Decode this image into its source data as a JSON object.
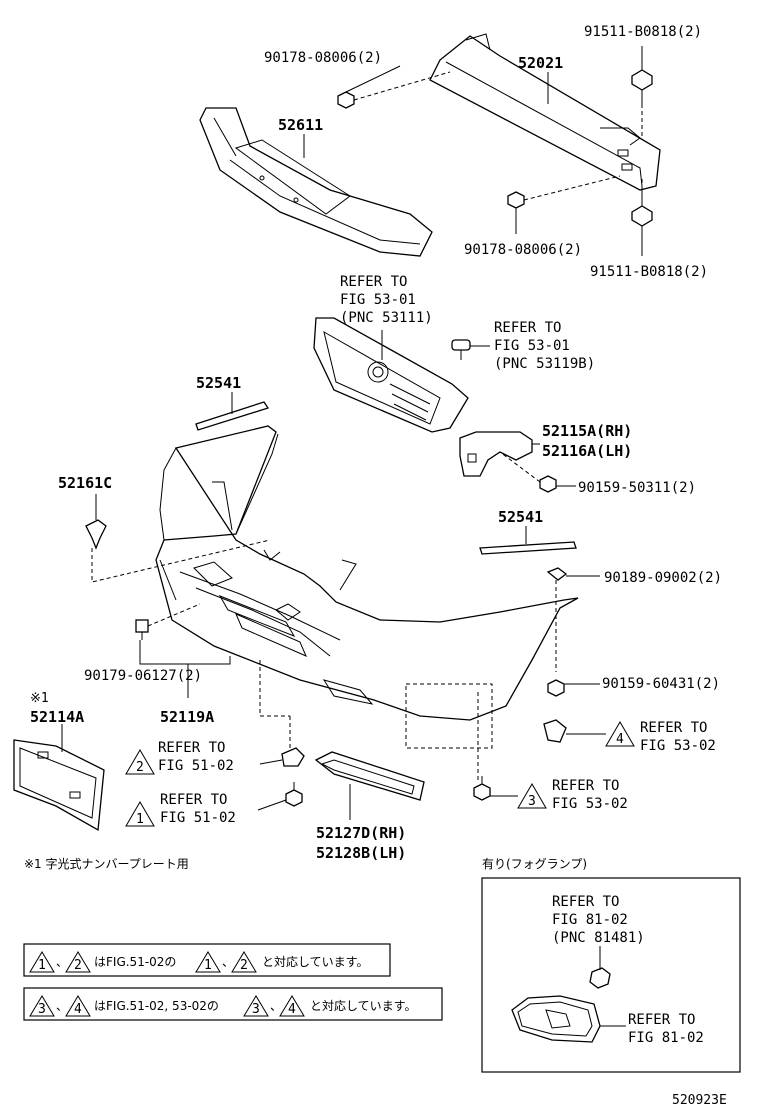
{
  "labels": {
    "p91511_top": "91511-B0818(2)",
    "p90178_top": "90178-08006(2)",
    "p52021": "52021",
    "p52611": "52611",
    "p90178_bot": "90178-08006(2)",
    "p91511_bot": "91511-B0818(2)",
    "grille_ref": [
      "REFER TO",
      "FIG 53-01",
      "(PNC 53111)"
    ],
    "clip_ref": [
      "REFER TO",
      "FIG 53-01",
      "(PNC 53119B)"
    ],
    "p52541_a": "52541",
    "p52115": "52115A(RH)",
    "p52116": "52116A(LH)",
    "p52161C": "52161C",
    "p90159_50311": "90159-50311(2)",
    "p52541_b": "52541",
    "p90189": "90189-09002(2)",
    "p90179": "90179-06127(2)",
    "p90159_60431": "90159-60431(2)",
    "note1_mark": "※1",
    "p52114A": "52114A",
    "p52119A": "52119A",
    "ref4": [
      "REFER TO",
      "FIG 53-02"
    ],
    "ref2": [
      "REFER TO",
      "FIG 51-02"
    ],
    "ref1": [
      "REFER TO",
      "FIG 51-02"
    ],
    "ref3": [
      "REFER TO",
      "FIG 53-02"
    ],
    "p52127D": "52127D(RH)",
    "p52128B": "52128B(LH)",
    "footnote": "※1 字光式ナンバープレート用",
    "fog_title": "有り(フォグランプ)",
    "fog_ref_top": [
      "REFER TO",
      "FIG 81-02",
      "(PNC 81481)"
    ],
    "fog_ref_side": [
      "REFER TO",
      "FIG 81-02"
    ],
    "legend1": "はFIG.51-02の",
    "legend1_end": "と対応しています。",
    "legend2": "はFIG.51-02, 53-02の",
    "legend2_end": "と対応しています。",
    "tri1": "1",
    "tri2": "2",
    "tri3": "3",
    "tri4": "4",
    "sep": "、",
    "code": "520923E"
  }
}
